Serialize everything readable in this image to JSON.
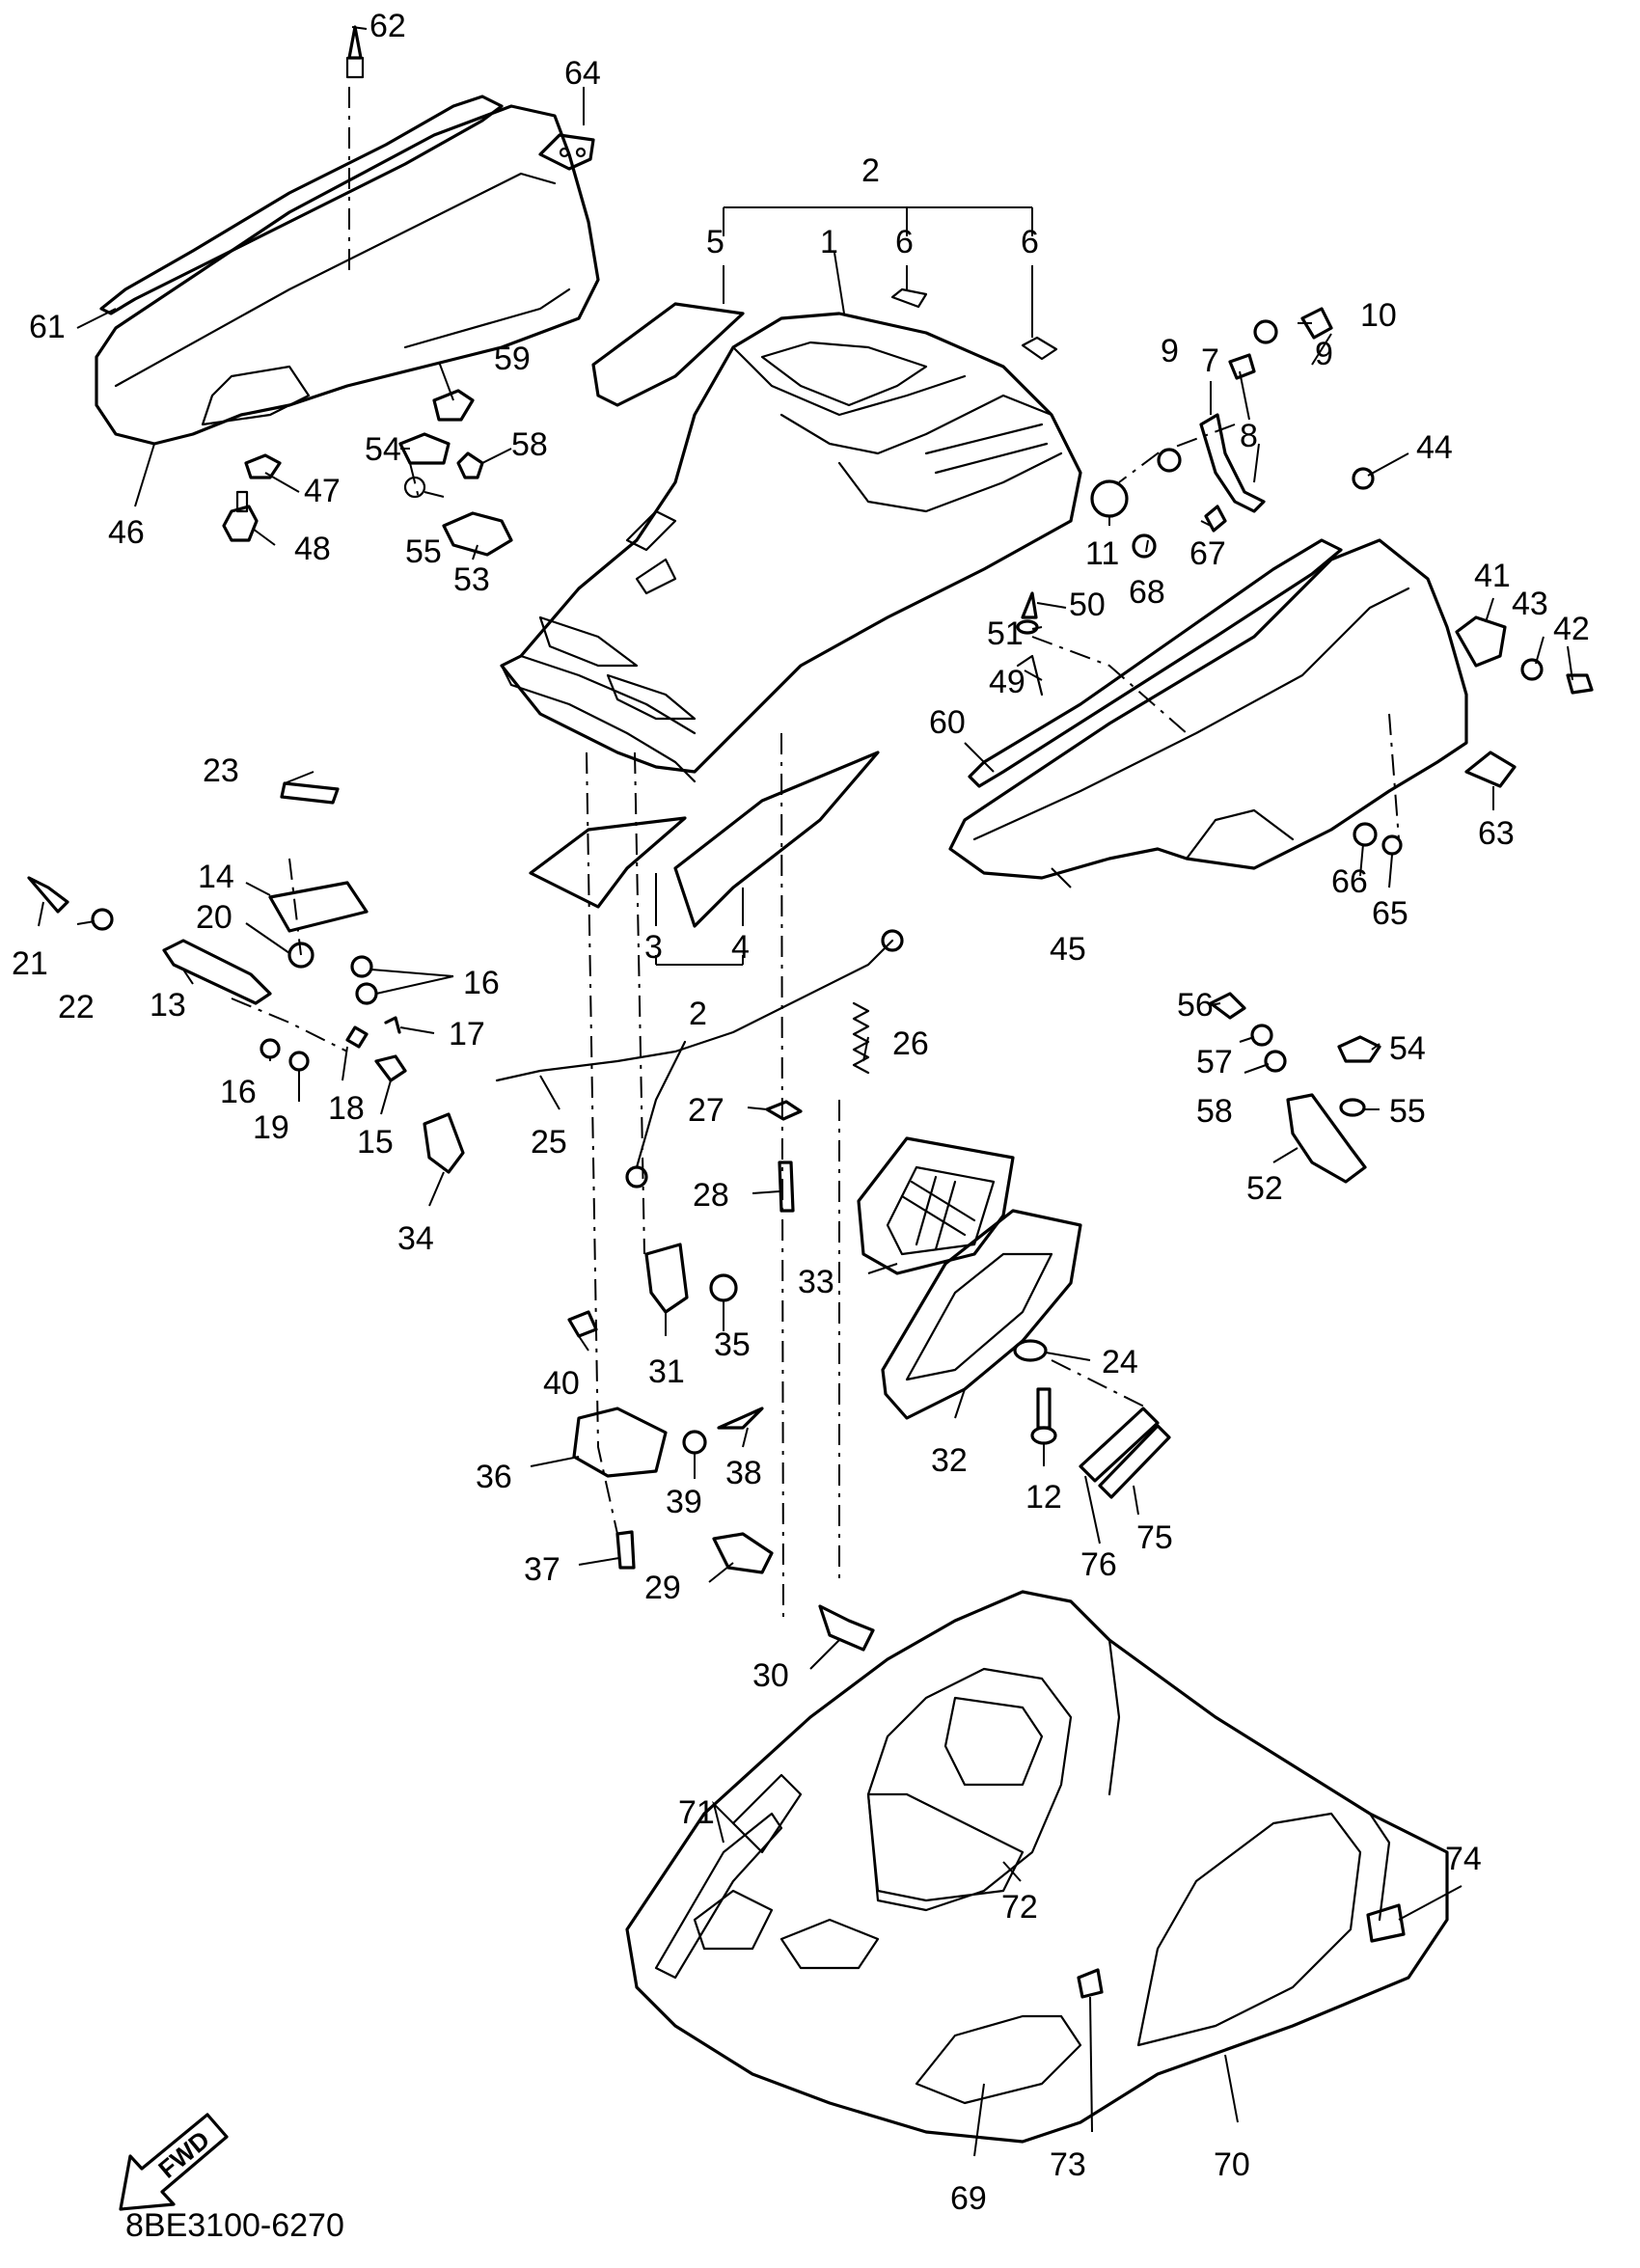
{
  "diagram_code": "8BE3100-6270",
  "fwd_label": "FWD",
  "callouts": [
    "1",
    "2",
    "2",
    "3",
    "4",
    "5",
    "6",
    "6",
    "7",
    "8",
    "9",
    "9",
    "10",
    "11",
    "12",
    "13",
    "14",
    "15",
    "16",
    "16",
    "17",
    "18",
    "19",
    "20",
    "21",
    "22",
    "23",
    "24",
    "25",
    "26",
    "27",
    "28",
    "29",
    "30",
    "31",
    "32",
    "33",
    "34",
    "35",
    "36",
    "37",
    "38",
    "39",
    "40",
    "41",
    "42",
    "43",
    "44",
    "45",
    "46",
    "47",
    "48",
    "49",
    "50",
    "51",
    "52",
    "53",
    "54",
    "54",
    "55",
    "55",
    "56",
    "57",
    "58",
    "58",
    "59",
    "60",
    "61",
    "62",
    "63",
    "64",
    "65",
    "66",
    "67",
    "68",
    "69",
    "70",
    "71",
    "72",
    "73",
    "74",
    "75",
    "76"
  ]
}
